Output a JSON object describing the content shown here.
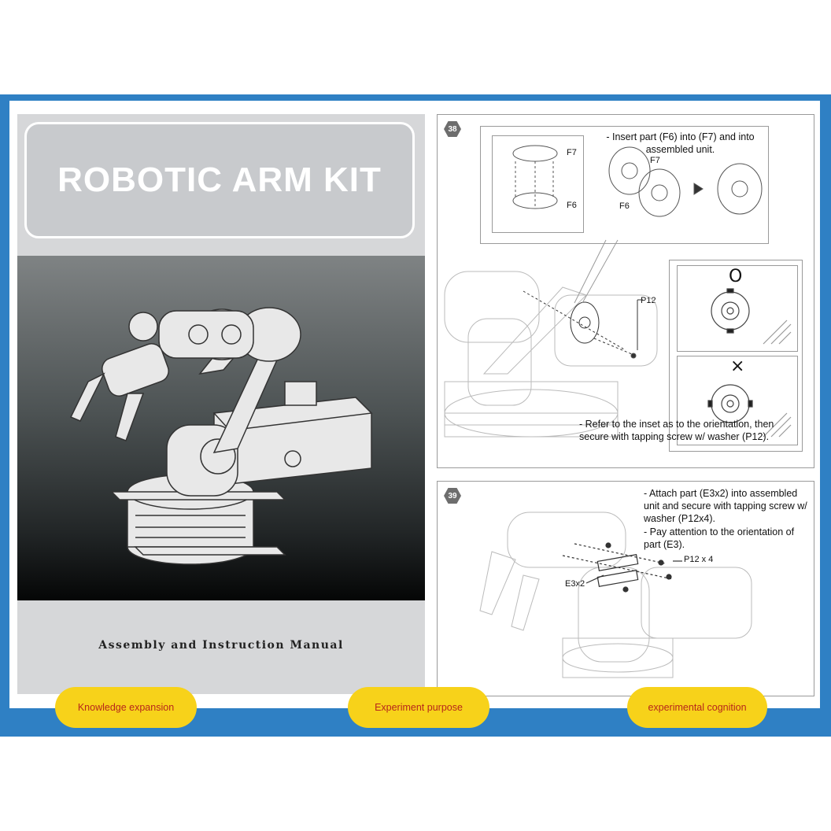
{
  "cover": {
    "title": "ROBOTIC ARM KIT",
    "subtitle": "Assembly and Instruction Manual"
  },
  "step38": {
    "number": "38",
    "instruction": "- Insert part (F6) into (F7) and into assembled unit.",
    "label_f7_a": "F7",
    "label_f6_a": "F6",
    "label_f7_b": "F7",
    "label_f6_b": "F6",
    "label_p12": "P12",
    "correct_symbol": "O",
    "wrong_symbol": "×",
    "note": "- Refer to the inset as to the orientation, then secure with tapping screw w/ washer (P12)."
  },
  "step39": {
    "number": "39",
    "instruction_1": "- Attach part (E3x2) into assembled unit and secure with tapping screw w/ washer (P12x4).",
    "instruction_2": "- Pay attention to the orientation of part (E3).",
    "label_p12x4": "P12 x 4",
    "label_e3x2": "E3x2"
  },
  "buttons": [
    {
      "label": "Knowledge expansion"
    },
    {
      "label": "Experiment purpose"
    },
    {
      "label": "experimental cognition"
    }
  ],
  "colors": {
    "frame": "#2f80c4",
    "pill": "#f7d21a",
    "pill_text": "#b7261b"
  }
}
